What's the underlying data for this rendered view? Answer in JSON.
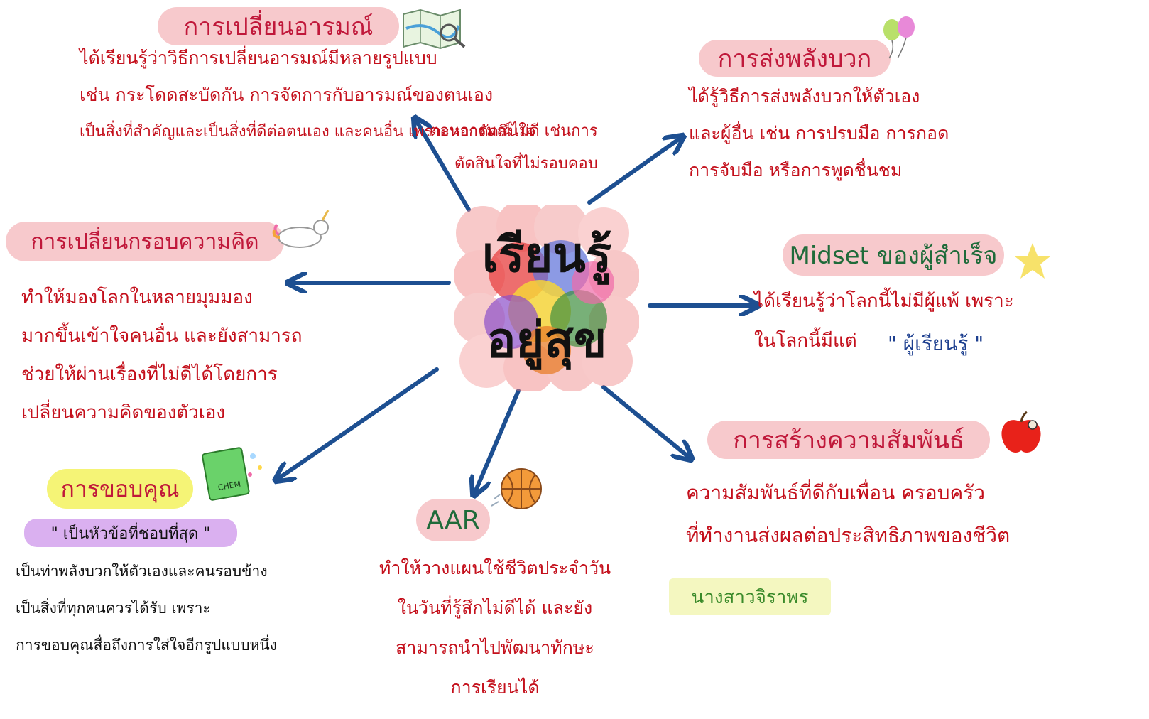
{
  "center": {
    "line1": "เรียนรู้",
    "line2": "อยู่สุข"
  },
  "nodes": {
    "emotion": {
      "title": "การเปลี่ยนอารมณ์",
      "lines": [
        "ได้เรียนรู้ว่าวิธีการเปลี่ยนอารมณ์มีหลายรูปแบบ",
        "เช่น กระโดดสะบัดกัน   การจัดการกับอารมณ์ของตนเอง",
        "เป็นสิ่งที่สำคัญและเป็นสิ่งที่ดีต่อตนเอง และคนอื่น เพราะหากตัดสินใจ"
      ],
      "extra_lines": [
        "ตอนอารมณ์ไม่ดี เช่นการ",
        "ตัดสินใจที่ไม่รอบคอบ"
      ]
    },
    "positive": {
      "title": "การส่งพลังบวก",
      "lines": [
        "ได้รู้วิธีการส่งพลังบวกให้ตัวเอง",
        "และผู้อื่น เช่น การปรบมือ  การกอด",
        "การจับมือ  หรือการพูดชื่นชม"
      ]
    },
    "mindset": {
      "title": "Midset ของผู้สำเร็จ",
      "lines": [
        "ได้เรียนรู้ว่าโลกนี้ไม่มีผู้แพ้ เพราะ",
        "ในโลกนี้มีแต่"
      ],
      "quote": "\" ผู้เรียนรู้ \""
    },
    "relationship": {
      "title": "การสร้างความสัมพันธ์",
      "lines": [
        "ความสัมพันธ์ที่ดีกับเพื่อน ครอบครัว",
        "ที่ทำงานส่งผลต่อประสิทธิภาพของชีวิต"
      ]
    },
    "aar": {
      "title": "AAR",
      "lines": [
        "ทำให้วางแผนใช้ชีวิตประจำวัน",
        "ในวันที่รู้สึกไม่ดีได้ และยัง",
        "สามารถนำไปพัฒนาทักษะ",
        "การเรียนได้"
      ]
    },
    "thanks": {
      "title": "การขอบคุณ",
      "subtitle": "\" เป็นหัวข้อที่ชอบที่สุด \"",
      "lines": [
        "เป็นท่าพลังบวกให้ตัวเองและคนรอบข้าง",
        "เป็นสิ่งที่ทุกคนควรได้รับ  เพราะ",
        "การขอบคุณสื่อถึงการใส่ใจอีกรูปแบบหนึ่ง"
      ]
    },
    "frame": {
      "title": "การเปลี่ยนกรอบความคิด",
      "lines": [
        "ทำให้มองโลกในหลายมุมมอง",
        "มากขึ้นเข้าใจคนอื่น และยังสามารถ",
        "ช่วยให้ผ่านเรื่องที่ไม่ดีได้โดยการ",
        "เปลี่ยนความคิดของตัวเอง"
      ]
    }
  },
  "author": "นางสาวจิราพร",
  "icons": {
    "map": "map-icon",
    "balloons": "balloons-icon",
    "unicorn": "unicorn-icon",
    "star": "star-icon",
    "apple": "apple-icon",
    "basketball": "basketball-icon",
    "chem_book": "chemistry-book-icon"
  },
  "chem_book_label": "CHEM",
  "colors": {
    "arrow": "#1d4f91",
    "pill": "#f7c9cc",
    "text_red": "#c4101c",
    "text_green": "#1f6b3a"
  }
}
